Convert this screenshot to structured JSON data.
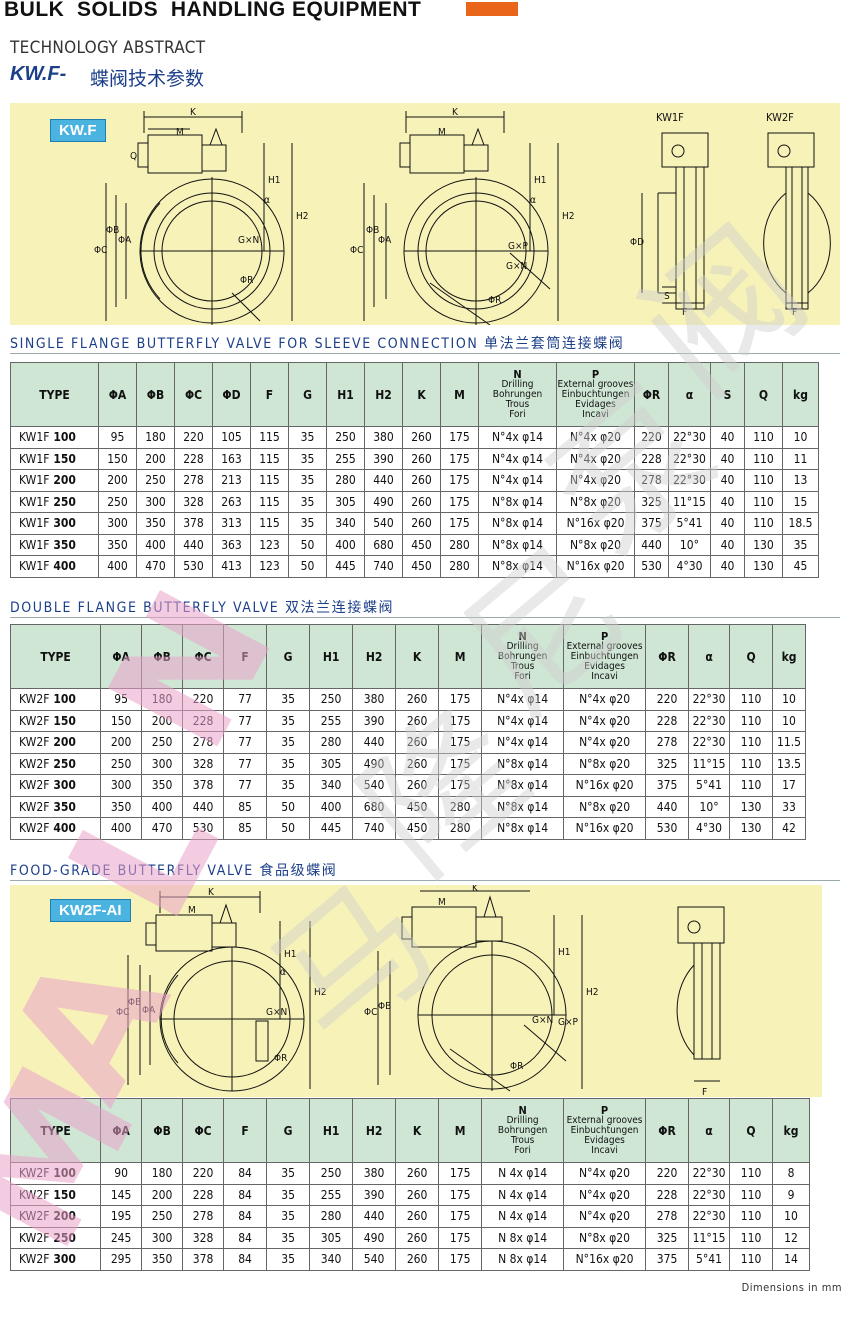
{
  "header": {
    "brand": "BULK  SOLIDS  HANDLING EQUIPMENT",
    "accent": "#e8651a"
  },
  "abstract": {
    "title": "TECHNOLOGY ABSTRACT",
    "code": "KW.F-",
    "cn": "蝶阀技术参数"
  },
  "panel1": {
    "badge": "KW.F",
    "kw1f": "KW1F",
    "kw2f": "KW2F"
  },
  "panel2": {
    "badge": "KW2F-AI"
  },
  "drawing_labels": {
    "k": "K",
    "m": "M",
    "q": "Q",
    "h1": "H1",
    "h2": "H2",
    "phic": "ΦC",
    "phib": "ΦB",
    "phia": "ΦA",
    "phid": "ΦD",
    "alpha": "α",
    "gn": "G×N",
    "gp": "G×P",
    "phir": "ΦR",
    "s": "S",
    "f": "F"
  },
  "sections": {
    "s1": "SINGLE FLANGE BUTTERFLY VALVE FOR SLEEVE CONNECTION 单法兰套筒连接蝶阀",
    "s2": "DOUBLE FLANGE BUTTERFLY VALVE 双法兰连接蝶阀",
    "s3": "FOOD-GRADE BUTTERFLY VALVE 食品级蝶阀"
  },
  "headers_nd": {
    "n": "N",
    "drilling": [
      "Drilling",
      "Bohrungen",
      "Trous",
      "Fori"
    ],
    "p": "P",
    "grooves": [
      "External grooves",
      "Einbuchtungen",
      "Evidages",
      "Incavi"
    ]
  },
  "table1": {
    "cols": [
      "TYPE",
      "ΦA",
      "ΦB",
      "ΦC",
      "ΦD",
      "F",
      "G",
      "H1",
      "H2",
      "K",
      "M",
      "N",
      "P",
      "ΦR",
      "α",
      "S",
      "Q",
      "kg"
    ],
    "rows": [
      [
        "KW1F",
        "100",
        "95",
        "180",
        "220",
        "105",
        "115",
        "35",
        "250",
        "380",
        "260",
        "175",
        "N°4x φ14",
        "N°4x φ20",
        "220",
        "22°30",
        "40",
        "110",
        "10"
      ],
      [
        "KW1F",
        "150",
        "150",
        "200",
        "228",
        "163",
        "115",
        "35",
        "255",
        "390",
        "260",
        "175",
        "N°4x φ14",
        "N°4x φ20",
        "228",
        "22°30",
        "40",
        "110",
        "11"
      ],
      [
        "KW1F",
        "200",
        "200",
        "250",
        "278",
        "213",
        "115",
        "35",
        "280",
        "440",
        "260",
        "175",
        "N°4x φ14",
        "N°4x φ20",
        "278",
        "22°30",
        "40",
        "110",
        "13"
      ],
      [
        "KW1F",
        "250",
        "250",
        "300",
        "328",
        "263",
        "115",
        "35",
        "305",
        "490",
        "260",
        "175",
        "N°8x φ14",
        "N°8x φ20",
        "325",
        "11°15",
        "40",
        "110",
        "15"
      ],
      [
        "KW1F",
        "300",
        "300",
        "350",
        "378",
        "313",
        "115",
        "35",
        "340",
        "540",
        "260",
        "175",
        "N°8x φ14",
        "N°16x φ20",
        "375",
        "5°41",
        "40",
        "110",
        "18.5"
      ],
      [
        "KW1F",
        "350",
        "350",
        "400",
        "440",
        "363",
        "123",
        "50",
        "400",
        "680",
        "450",
        "280",
        "N°8x φ14",
        "N°8x φ20",
        "440",
        "10°",
        "40",
        "130",
        "35"
      ],
      [
        "KW1F",
        "400",
        "400",
        "470",
        "530",
        "413",
        "123",
        "50",
        "445",
        "740",
        "450",
        "280",
        "N°8x φ14",
        "N°16x φ20",
        "530",
        "4°30",
        "40",
        "130",
        "45"
      ]
    ]
  },
  "table2": {
    "cols": [
      "TYPE",
      "ΦA",
      "ΦB",
      "ΦC",
      "F",
      "G",
      "H1",
      "H2",
      "K",
      "M",
      "N",
      "P",
      "ΦR",
      "α",
      "Q",
      "kg"
    ],
    "rows": [
      [
        "KW2F",
        "100",
        "95",
        "180",
        "220",
        "77",
        "35",
        "250",
        "380",
        "260",
        "175",
        "N°4x φ14",
        "N°4x φ20",
        "220",
        "22°30",
        "110",
        "10"
      ],
      [
        "KW2F",
        "150",
        "150",
        "200",
        "228",
        "77",
        "35",
        "255",
        "390",
        "260",
        "175",
        "N°4x φ14",
        "N°4x φ20",
        "228",
        "22°30",
        "110",
        "10"
      ],
      [
        "KW2F",
        "200",
        "200",
        "250",
        "278",
        "77",
        "35",
        "280",
        "440",
        "260",
        "175",
        "N°4x φ14",
        "N°4x φ20",
        "278",
        "22°30",
        "110",
        "11.5"
      ],
      [
        "KW2F",
        "250",
        "250",
        "300",
        "328",
        "77",
        "35",
        "305",
        "490",
        "260",
        "175",
        "N°8x φ14",
        "N°8x φ20",
        "325",
        "11°15",
        "110",
        "13.5"
      ],
      [
        "KW2F",
        "300",
        "300",
        "350",
        "378",
        "77",
        "35",
        "340",
        "540",
        "260",
        "175",
        "N°8x φ14",
        "N°16x φ20",
        "375",
        "5°41",
        "110",
        "17"
      ],
      [
        "KW2F",
        "350",
        "350",
        "400",
        "440",
        "85",
        "50",
        "400",
        "680",
        "450",
        "280",
        "N°8x φ14",
        "N°8x φ20",
        "440",
        "10°",
        "130",
        "33"
      ],
      [
        "KW2F",
        "400",
        "400",
        "470",
        "530",
        "85",
        "50",
        "445",
        "740",
        "450",
        "280",
        "N°8x φ14",
        "N°16x φ20",
        "530",
        "4°30",
        "130",
        "42"
      ]
    ]
  },
  "table3": {
    "cols": [
      "TYPE",
      "ΦA",
      "ΦB",
      "ΦC",
      "F",
      "G",
      "H1",
      "H2",
      "K",
      "M",
      "N",
      "P",
      "ΦR",
      "α",
      "Q",
      "kg"
    ],
    "rows": [
      [
        "KW2F",
        "100",
        "90",
        "180",
        "220",
        "84",
        "35",
        "250",
        "380",
        "260",
        "175",
        "N 4x φ14",
        "N°4x φ20",
        "220",
        "22°30",
        "110",
        "8"
      ],
      [
        "KW2F",
        "150",
        "145",
        "200",
        "228",
        "84",
        "35",
        "255",
        "390",
        "260",
        "175",
        "N 4x φ14",
        "N°4x φ20",
        "228",
        "22°30",
        "110",
        "9"
      ],
      [
        "KW2F",
        "200",
        "195",
        "250",
        "278",
        "84",
        "35",
        "280",
        "440",
        "260",
        "175",
        "N 4x φ14",
        "N°4x φ20",
        "278",
        "22°30",
        "110",
        "10"
      ],
      [
        "KW2F",
        "250",
        "245",
        "300",
        "328",
        "84",
        "35",
        "305",
        "490",
        "260",
        "175",
        "N 8x φ14",
        "N°8x φ20",
        "325",
        "11°15",
        "110",
        "12"
      ],
      [
        "KW2F",
        "300",
        "295",
        "350",
        "378",
        "84",
        "35",
        "340",
        "540",
        "260",
        "175",
        "N 8x φ14",
        "N°16x φ20",
        "375",
        "5°41",
        "110",
        "14"
      ]
    ]
  },
  "footer": {
    "dims": "Dimensions in mm"
  },
  "watermark": {
    "latin": "MALN",
    "cn": "马隆尼泵阀",
    "color": "#e9a3c8"
  }
}
